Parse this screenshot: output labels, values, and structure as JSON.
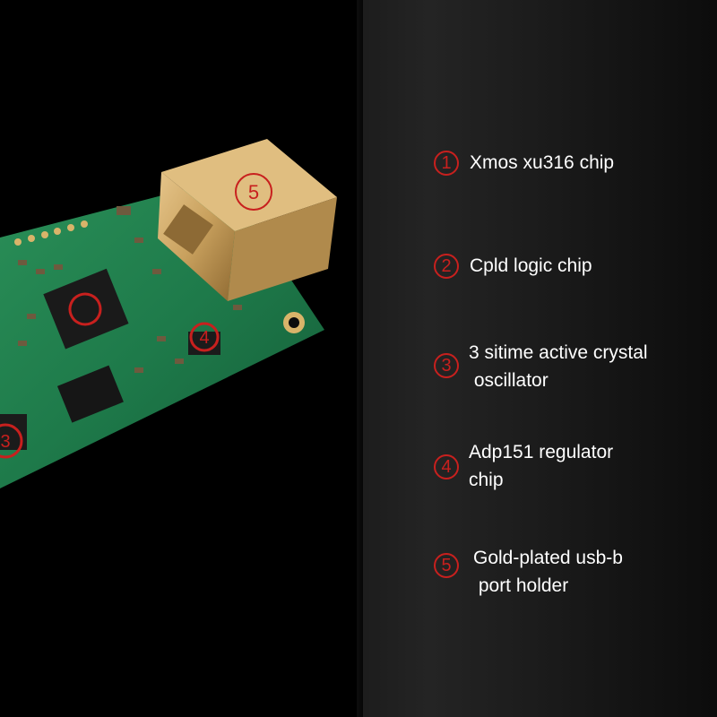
{
  "features": [
    {
      "number": "1",
      "lines": [
        "Xmos xu316 chip"
      ]
    },
    {
      "number": "2",
      "lines": [
        "Cpld logic chip"
      ]
    },
    {
      "number": "3",
      "lines": [
        "3 sitime active crystal",
        " oscillator"
      ]
    },
    {
      "number": "4",
      "lines": [
        "Adp151 regulator",
        "chip"
      ]
    },
    {
      "number": "5",
      "lines": [
        "Gold-plated usb-b",
        " port holder"
      ]
    }
  ],
  "board_marker_numbers": [
    "5",
    "4",
    "3"
  ],
  "colors": {
    "marker_red": "#c8201e",
    "pcb_green": "#1e7a4a",
    "usb_gold": "#c9a15e",
    "text_white": "#ffffff"
  }
}
